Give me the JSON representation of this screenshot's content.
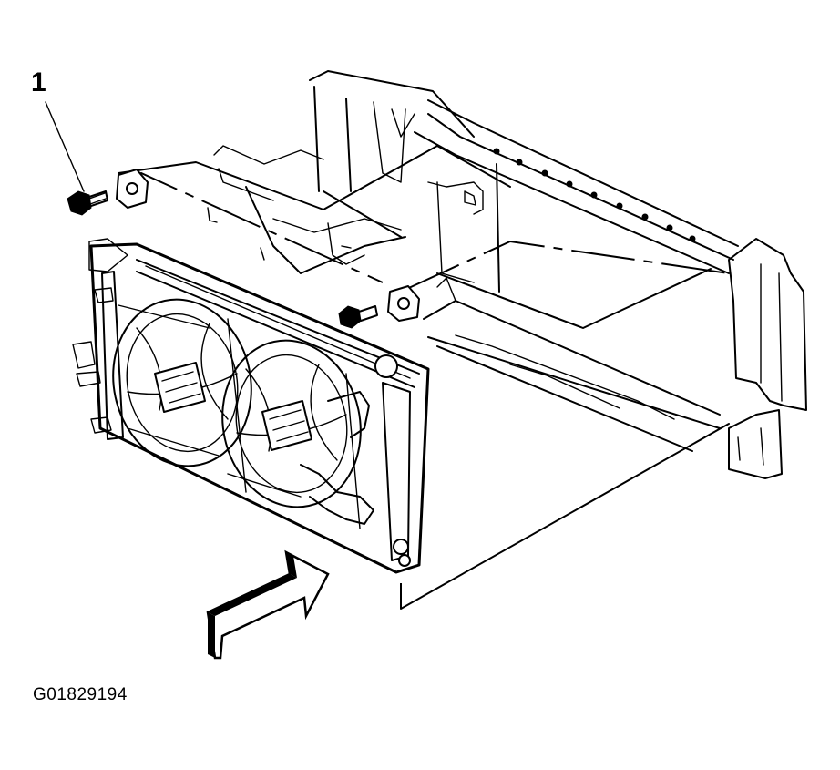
{
  "callout": {
    "number": "1"
  },
  "figure": {
    "id": "G01829194"
  },
  "parts": [
    {
      "name": "bolt",
      "callout": "1"
    }
  ]
}
